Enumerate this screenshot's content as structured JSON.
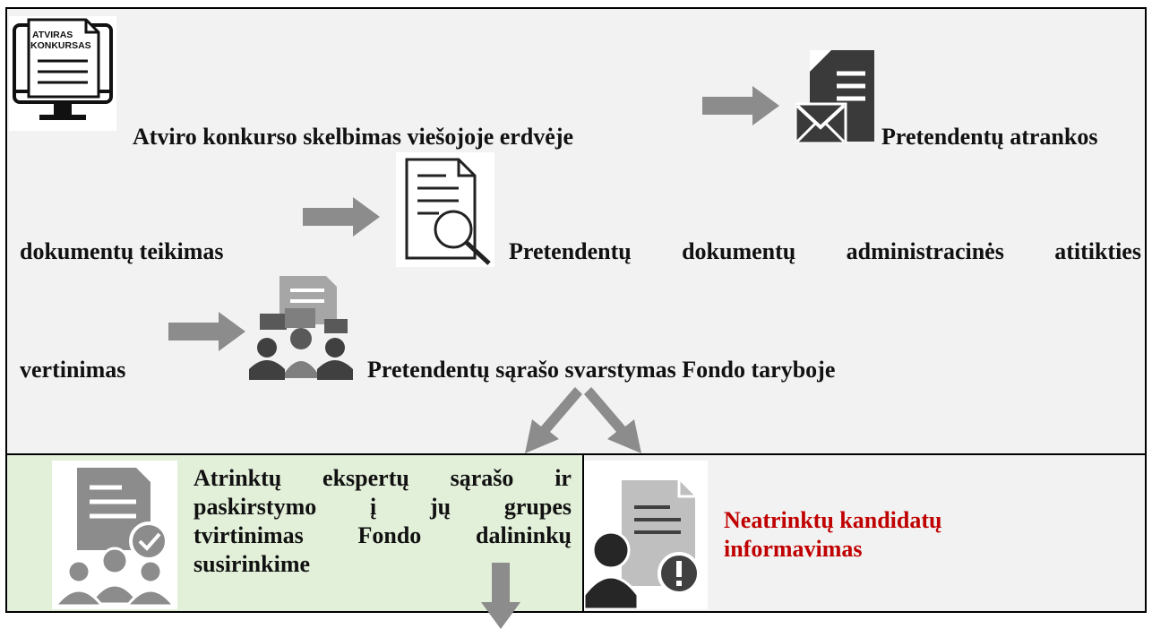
{
  "steps": {
    "announce_icon_header": "ATVIRAS KONKURSAS",
    "announce_icon_header_l1": "ATVIRAS",
    "announce_icon_header_l2": "KONKURSAS",
    "step1": "Atviro konkurso skelbimas viešojoje erdvėje",
    "step2_part1": "Pretendentų atrankos",
    "step2_part2": "dokumentų teikimas",
    "step3_words": [
      "Pretendentų",
      "dokumentų",
      "administracinės",
      "atitikties"
    ],
    "step3_part2": "vertinimas",
    "step4": "Pretendentų sąrašo svarstymas Fondo taryboje"
  },
  "outcomes": {
    "selected_lines": [
      [
        "Atrinktų",
        "ekspertų",
        "sąrašo",
        "ir"
      ],
      [
        "paskirstymo",
        "į",
        "jų",
        "grupes"
      ],
      [
        "tvirtinimas",
        "Fondo",
        "dalininkų"
      ],
      [
        "susirinkime"
      ]
    ],
    "not_selected_line1": "Neatrinktų kandidatų",
    "not_selected_line2": "informavimas"
  },
  "colors": {
    "arrow": "#8c8c8c",
    "box_bg": "#f2f2f2",
    "selected_bg": "#e2efd9",
    "not_selected_text": "#c00000"
  }
}
